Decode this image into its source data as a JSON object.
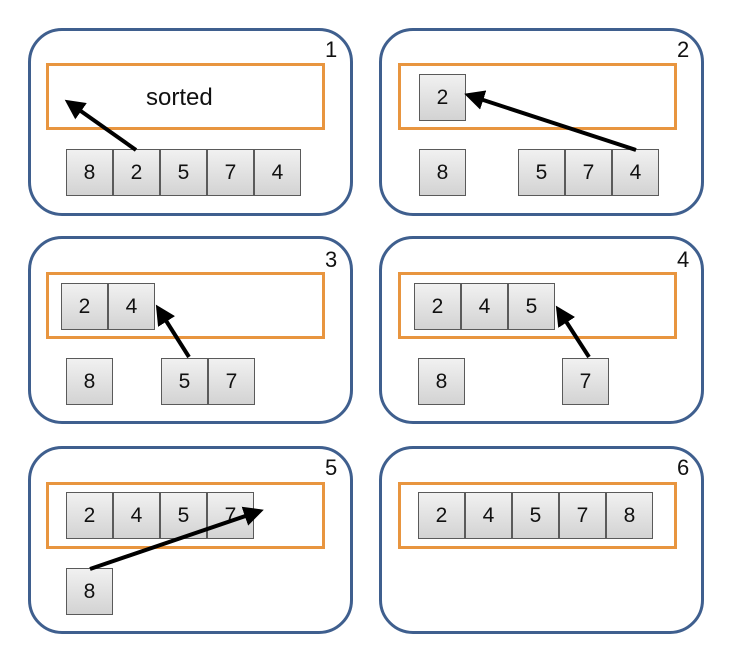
{
  "panels": [
    {
      "number": "1",
      "sorted_label": "sorted",
      "sorted": [],
      "unsorted": [
        "8",
        "2",
        "5",
        "7",
        "4"
      ]
    },
    {
      "number": "2",
      "sorted": [
        "2"
      ],
      "unsorted": [
        "8",
        "5",
        "7",
        "4"
      ]
    },
    {
      "number": "3",
      "sorted": [
        "2",
        "4"
      ],
      "unsorted": [
        "8",
        "5",
        "7"
      ]
    },
    {
      "number": "4",
      "sorted": [
        "2",
        "4",
        "5"
      ],
      "unsorted": [
        "8",
        "7"
      ]
    },
    {
      "number": "5",
      "sorted": [
        "2",
        "4",
        "5",
        "7"
      ],
      "unsorted": [
        "8"
      ]
    },
    {
      "number": "6",
      "sorted": [
        "2",
        "4",
        "5",
        "7",
        "8"
      ],
      "unsorted": []
    }
  ],
  "colors": {
    "panel_border": "#3f5f8e",
    "sorted_border": "#e8953f",
    "arrow": "#000000"
  }
}
